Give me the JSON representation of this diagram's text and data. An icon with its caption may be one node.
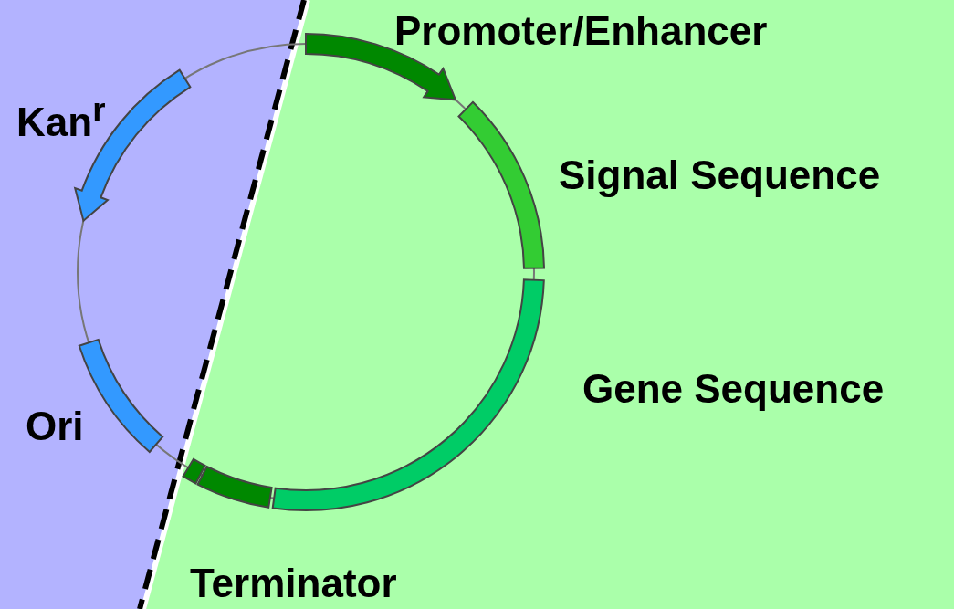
{
  "diagram": {
    "labels": [
      "Promoter/Enhancer",
      "Kan$^{r}$",
      "Signal Sequence",
      "Gene Sequence",
      "Ori",
      "Terminator"
    ]
  }
}
